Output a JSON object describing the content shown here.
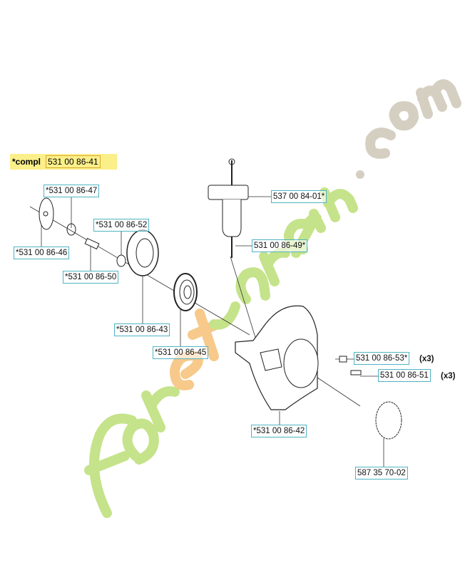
{
  "watermark": {
    "text": "foretjardin.com",
    "colors": {
      "green": "#c5e38a",
      "orange": "#f7c98a",
      "grey": "#d5cfc2"
    }
  },
  "assembly": {
    "prefix": "*compl",
    "part": "531 00 86-41"
  },
  "labels": [
    {
      "id": "p47",
      "text": "*531 00 86-47"
    },
    {
      "id": "p52",
      "text": "*531 00 86-52"
    },
    {
      "id": "p46",
      "text": "*531 00 86-46"
    },
    {
      "id": "p50",
      "text": "*531 00 86-50"
    },
    {
      "id": "p43",
      "text": "*531 00 86-43"
    },
    {
      "id": "p45",
      "text": "*531 00 86-45"
    },
    {
      "id": "p01",
      "text": "537 00 84-01*"
    },
    {
      "id": "p49",
      "text": "531 00 86-49*"
    },
    {
      "id": "p53",
      "text": "531 00 86-53*",
      "qty": "(x3)"
    },
    {
      "id": "p51",
      "text": "531 00 86-51",
      "qty": "(x3)"
    },
    {
      "id": "p42",
      "text": "*531 00 86-42"
    },
    {
      "id": "p02",
      "text": "587 35 70-02"
    }
  ]
}
